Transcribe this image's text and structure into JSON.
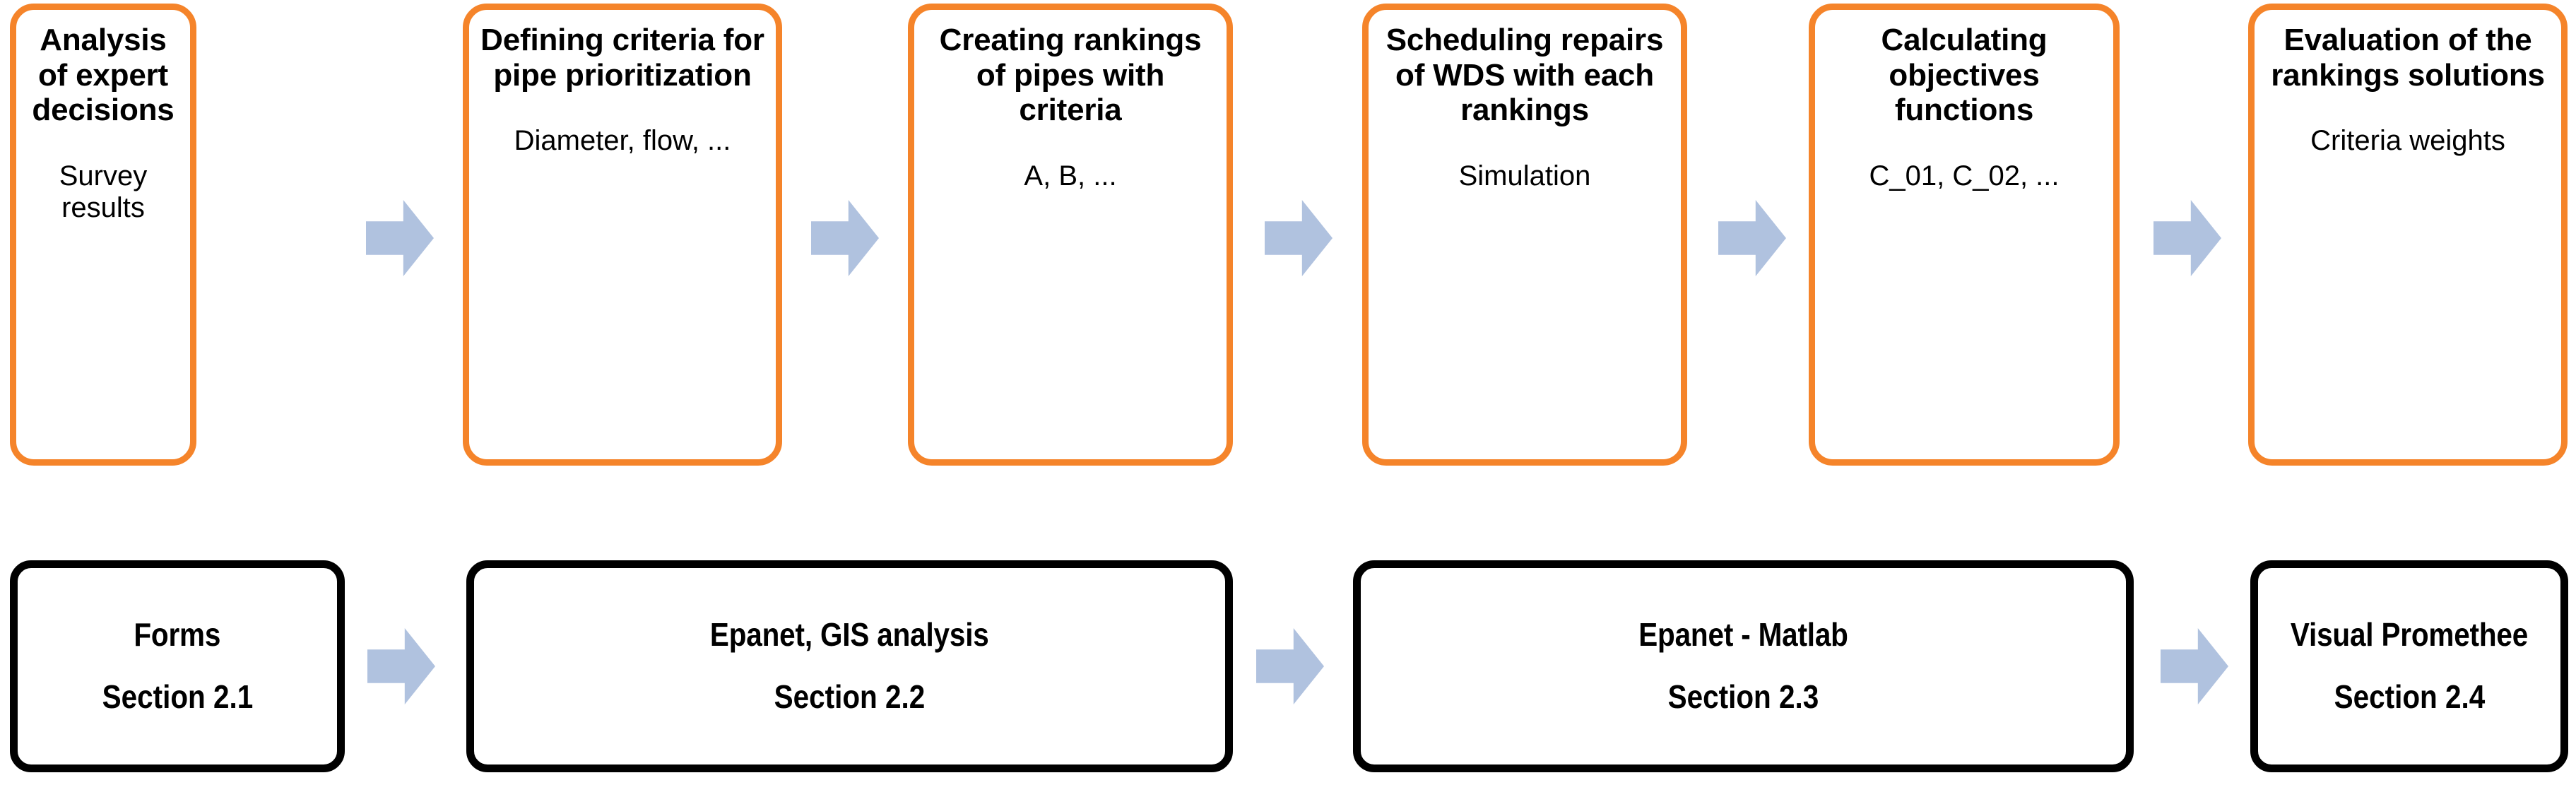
{
  "diagram": {
    "title": "Water distribution system pipe prioritization methodology flowchart",
    "accent_color": "#F5842A",
    "outline_color": "#000000",
    "arrow_color": "#B0C2DF"
  },
  "top_row": {
    "steps": [
      {
        "title": "Analysis of expert decisions",
        "subtitle": "Survey results"
      },
      {
        "title": "Defining criteria for pipe prioritization",
        "subtitle": "Diameter, flow, ..."
      },
      {
        "title": "Creating rankings of pipes with criteria",
        "subtitle": "A, B, ..."
      },
      {
        "title": "Scheduling repairs of WDS with each rankings",
        "subtitle": "Simulation"
      },
      {
        "title": "Calculating objectives functions",
        "subtitle": "C_01, C_02, ..."
      },
      {
        "title": "Evaluation of the rankings solutions",
        "subtitle": "Criteria weights"
      }
    ]
  },
  "bottom_row": {
    "steps": [
      {
        "tool": "Forms",
        "section": "Section 2.1"
      },
      {
        "tool": "Epanet, GIS analysis",
        "section": "Section 2.2"
      },
      {
        "tool": "Epanet - Matlab",
        "section": "Section 2.3"
      },
      {
        "tool": "Visual Promethee",
        "section": "Section 2.4"
      }
    ]
  },
  "arrows": {
    "icon": "right-arrow-icon",
    "top_count": 5,
    "bottom_count": 3
  }
}
